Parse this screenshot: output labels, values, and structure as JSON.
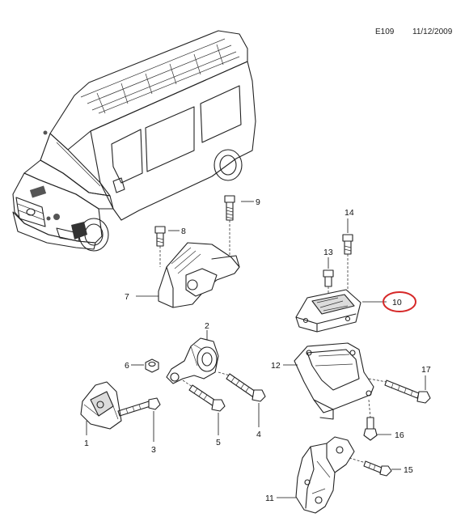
{
  "header": {
    "catalog_code": "E109",
    "date": "11/12/2009"
  },
  "callouts": {
    "c1": "1",
    "c2": "2",
    "c3": "3",
    "c4": "4",
    "c5": "5",
    "c6": "6",
    "c7": "7",
    "c8": "8",
    "c9": "9",
    "c10": "10",
    "c11": "11",
    "c12": "12",
    "c13": "13",
    "c14": "14",
    "c15": "15",
    "c16": "16",
    "c17": "17"
  },
  "highlight": {
    "color": "#d62828",
    "target": "10"
  }
}
